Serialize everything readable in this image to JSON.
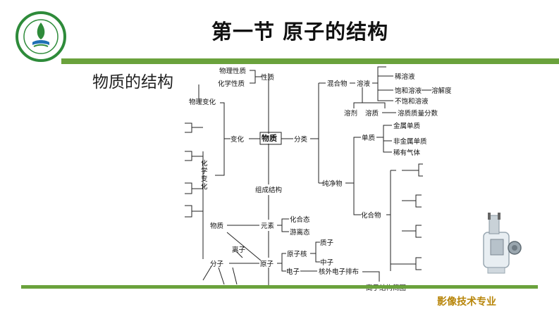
{
  "title": "第一节 原子的结构",
  "subtitle": "物质的结构",
  "footer": "影像技术专业",
  "colors": {
    "band": "#6aa23c",
    "footer": "#b8860b",
    "logo_ring": "#2e8b3a"
  },
  "diagram": {
    "root": "物质",
    "property": "性质",
    "physical_property": "物理性质",
    "chemical_property": "化学性质",
    "change": "变化",
    "physical_change": "物理变化",
    "chemical_change": "化学变化",
    "classify": "分类",
    "mixture": "混合物",
    "solution": "溶液",
    "dilute_solution": "稀溶液",
    "saturated_solution": "饱和溶液",
    "solubility": "溶解度",
    "unsaturated_solution": "不饱和溶液",
    "solvent": "溶剂",
    "solute": "溶质",
    "mass_fraction": "溶质质量分数",
    "pure_substance": "纯净物",
    "element_substance": "单质",
    "metal_element": "金属单质",
    "nonmetal_element": "非金属单质",
    "noble_gas": "稀有气体",
    "compound": "化合物",
    "composition": "组成结构",
    "substance2": "物质",
    "element": "元素",
    "combined_state": "化合态",
    "free_state": "游离态",
    "ion": "离子",
    "molecule": "分子",
    "atom": "原子",
    "nucleus": "原子核",
    "proton": "质子",
    "neutron": "中子",
    "electron": "电子",
    "electron_arrangement": "核外电子排布",
    "ion_diagram": "离子结构简图"
  }
}
